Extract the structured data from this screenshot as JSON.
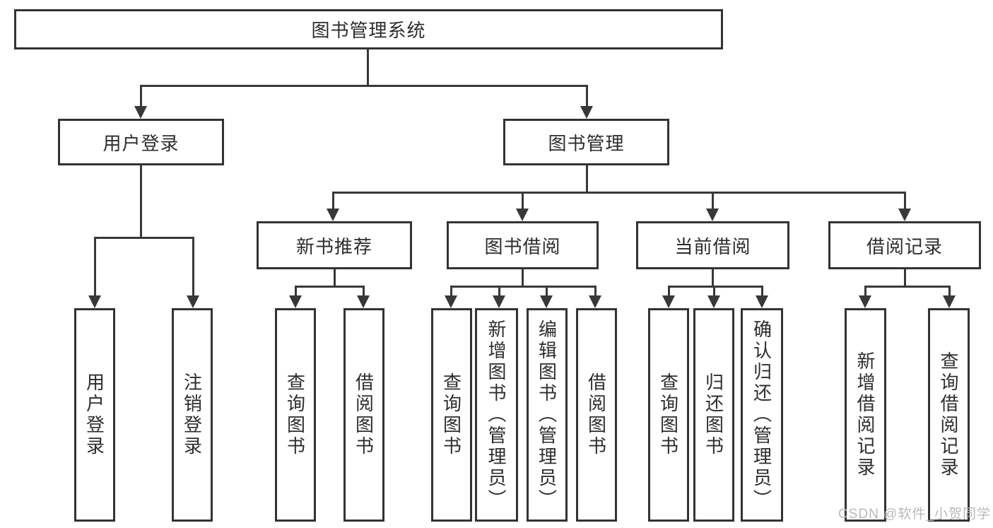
{
  "diagram": {
    "root": {
      "label": "图书管理系统"
    },
    "level2": [
      {
        "label": "用户登录"
      },
      {
        "label": "图书管理"
      }
    ],
    "level3": [
      {
        "label": "新书推荐"
      },
      {
        "label": "图书借阅"
      },
      {
        "label": "当前借阅"
      },
      {
        "label": "借阅记录"
      }
    ],
    "leaves": [
      {
        "label": "用户登录",
        "parent": "用户登录"
      },
      {
        "label": "注销登录",
        "parent": "用户登录"
      },
      {
        "label": "查询图书",
        "parent": "新书推荐"
      },
      {
        "label": "借阅图书",
        "parent": "新书推荐"
      },
      {
        "label": "查询图书",
        "parent": "图书借阅"
      },
      {
        "label": "新增图书（管理员）",
        "parent": "图书借阅"
      },
      {
        "label": "编辑图书（管理员）",
        "parent": "图书借阅"
      },
      {
        "label": "借阅图书",
        "parent": "图书借阅"
      },
      {
        "label": "查询图书",
        "parent": "当前借阅"
      },
      {
        "label": "归还图书",
        "parent": "当前借阅"
      },
      {
        "label": "确认归还（管理员）",
        "parent": "当前借阅"
      },
      {
        "label": "新增借阅记录",
        "parent": "借阅记录"
      },
      {
        "label": "查询借阅记录",
        "parent": "借阅记录"
      }
    ]
  },
  "watermark": {
    "text": "CSDN @软件_小贺同学"
  },
  "colors": {
    "line": "#383838",
    "border": "#333333",
    "text": "#2d2d2d",
    "watermark": "#b9b9b9",
    "background": "#ffffff"
  }
}
